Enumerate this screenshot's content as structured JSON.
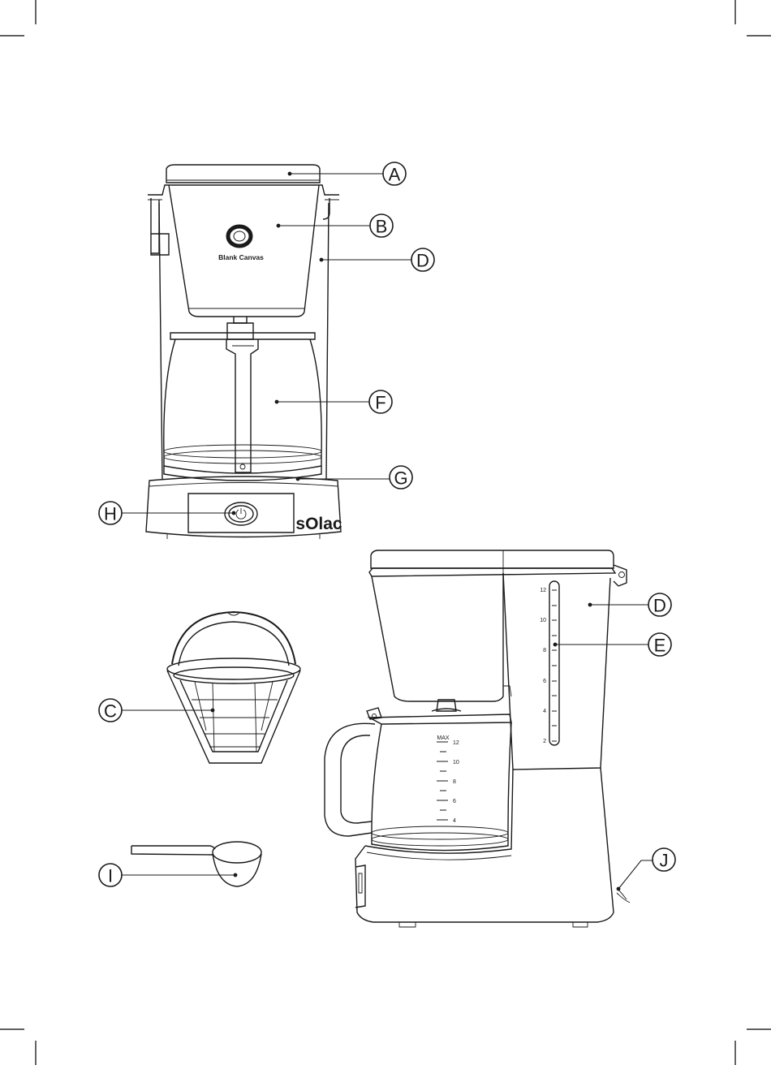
{
  "brand": {
    "logo_text": "sOlac",
    "front_label": "Blank Canvas"
  },
  "callouts": {
    "A": "A",
    "B": "B",
    "C": "C",
    "D": "D",
    "E": "E",
    "F": "F",
    "G": "G",
    "H": "H",
    "I": "I",
    "J": "J"
  },
  "tank_scale": [
    "12",
    "10",
    "8",
    "6",
    "4",
    "2"
  ],
  "jug_scale": {
    "max": "MAX",
    "marks": [
      "12",
      "10",
      "8",
      "6",
      "4"
    ]
  }
}
